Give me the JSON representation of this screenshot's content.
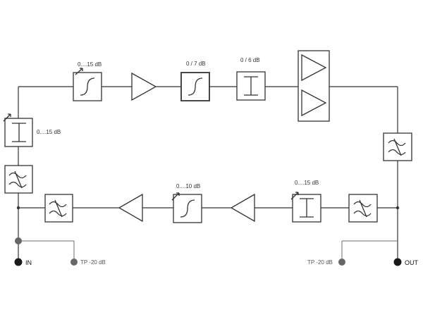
{
  "labels": {
    "att_top_left": "0....15 dB",
    "att_top_mid": "0 / 7 dB",
    "att_top_right": "0 / 6 dB",
    "att_left": "0....15 dB",
    "att_bottom_mid": "0....10 dB",
    "att_bottom_right": "0....15 dB"
  },
  "ports": {
    "in": "IN",
    "out": "OUT",
    "tp_left": "TP -20 dB",
    "tp_right": "TP -20 dB"
  },
  "colors": {
    "line": "#333333",
    "port_dot": "#1a1a1a",
    "tp_dot": "#666666"
  }
}
